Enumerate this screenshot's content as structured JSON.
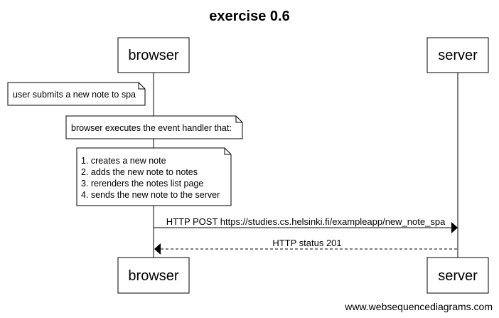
{
  "diagram": {
    "title": "exercise 0.6",
    "actors": {
      "browser": "browser",
      "server": "server"
    },
    "notes": [
      {
        "lines": [
          "user submits a new note to spa"
        ]
      },
      {
        "lines": [
          "browser executes the event handler that:"
        ]
      },
      {
        "lines": [
          "1. creates a new note",
          "2. adds the new note to notes",
          "3. rerenders the notes list page",
          "4. sends the new note to the server"
        ]
      }
    ],
    "messages": [
      {
        "from": "browser",
        "to": "server",
        "style": "solid",
        "label": "HTTP POST https://studies.cs.helsinki.fi/exampleapp/new_note_spa"
      },
      {
        "from": "server",
        "to": "browser",
        "style": "dashed",
        "label": "HTTP status 201"
      }
    ],
    "watermark": "www.websequencediagrams.com"
  }
}
